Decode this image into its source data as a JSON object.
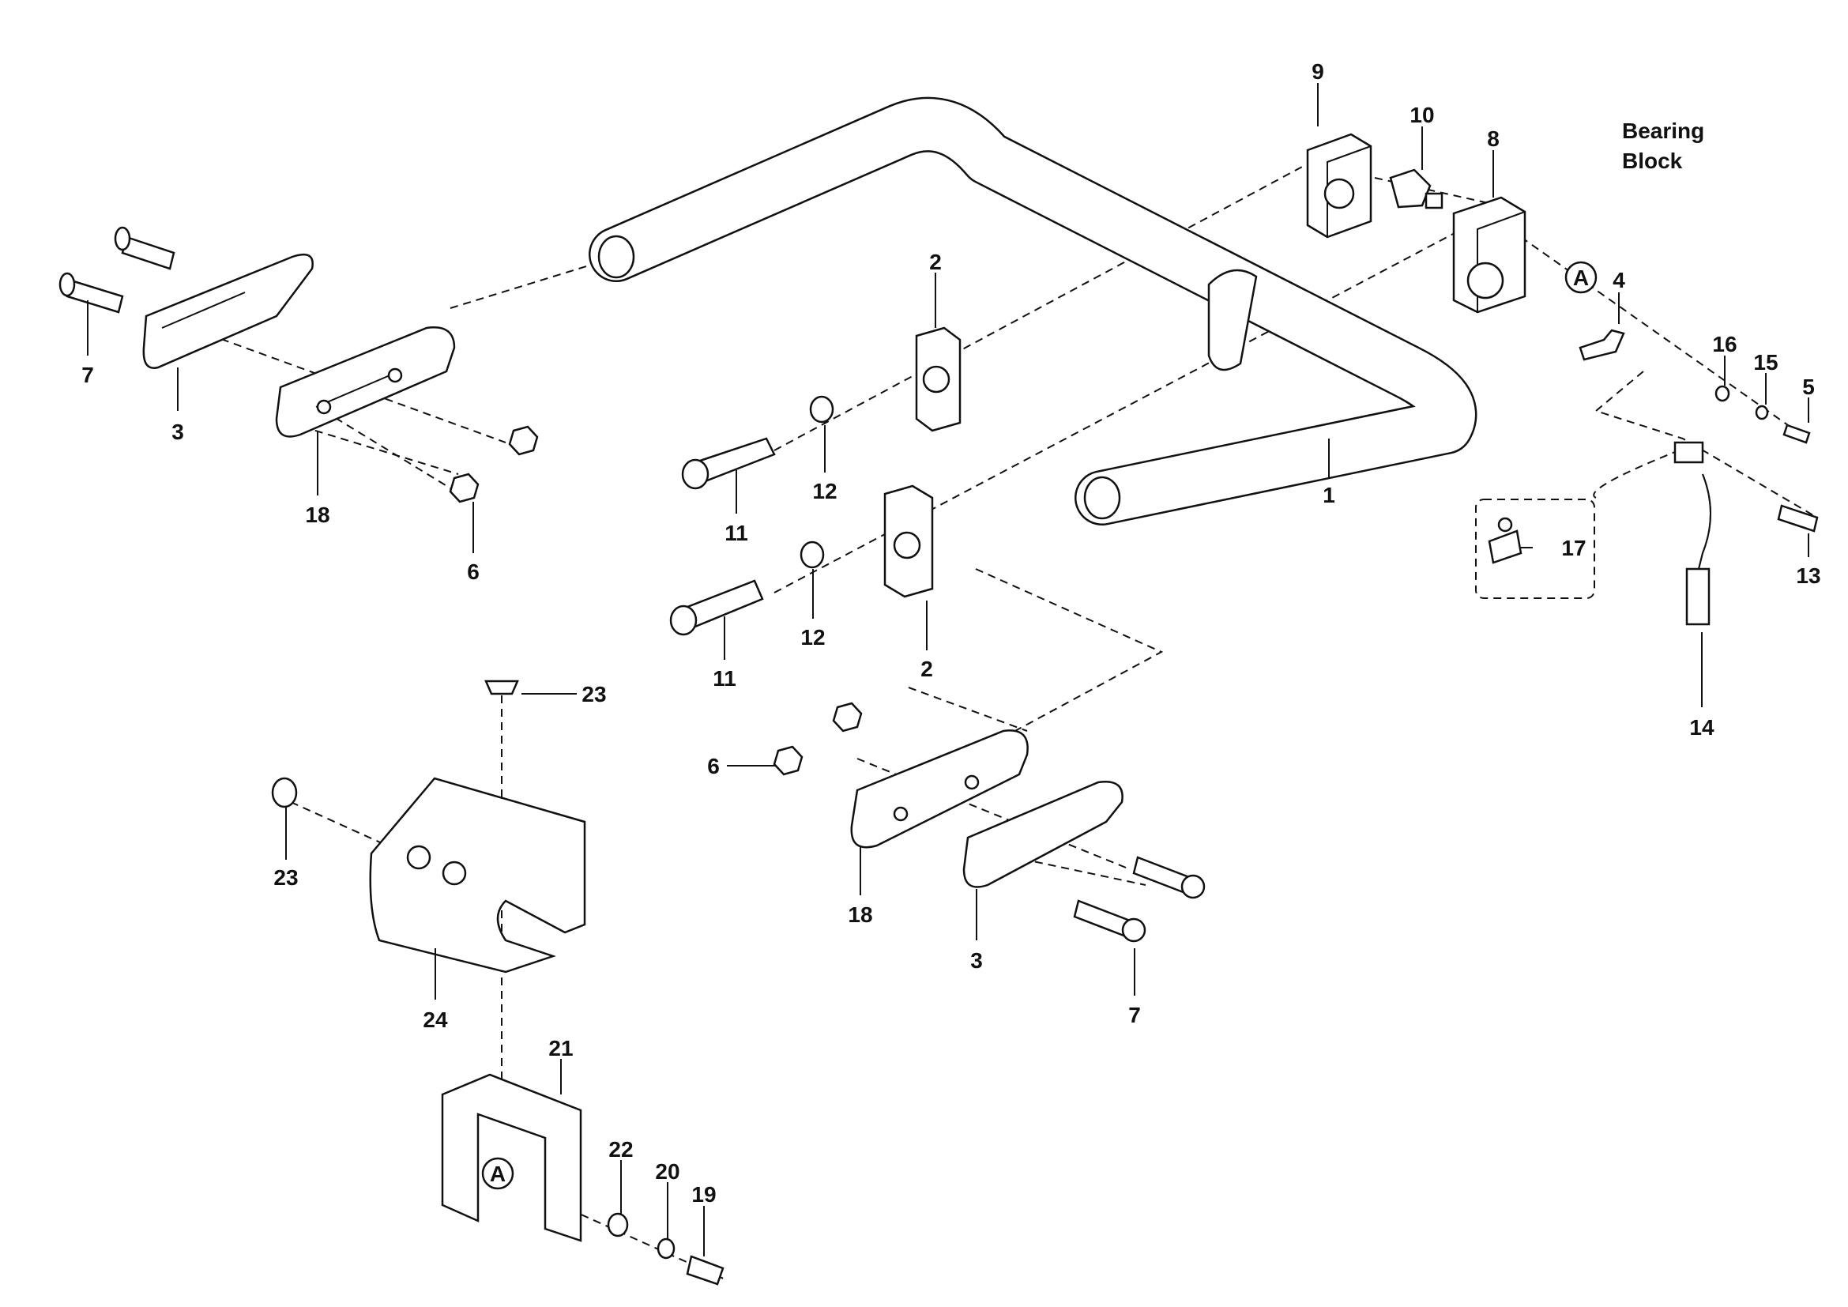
{
  "diagram": {
    "type": "exploded parts diagram",
    "callouts": [
      "1",
      "2",
      "2",
      "3",
      "3",
      "4",
      "5",
      "6",
      "6",
      "7",
      "7",
      "8",
      "9",
      "10",
      "11",
      "11",
      "12",
      "12",
      "13",
      "14",
      "15",
      "16",
      "17",
      "18",
      "18",
      "19",
      "20",
      "21",
      "22",
      "23",
      "23",
      "24"
    ],
    "bearing_block_label": [
      "Bearing",
      "Block"
    ],
    "reference_marker": "A"
  }
}
